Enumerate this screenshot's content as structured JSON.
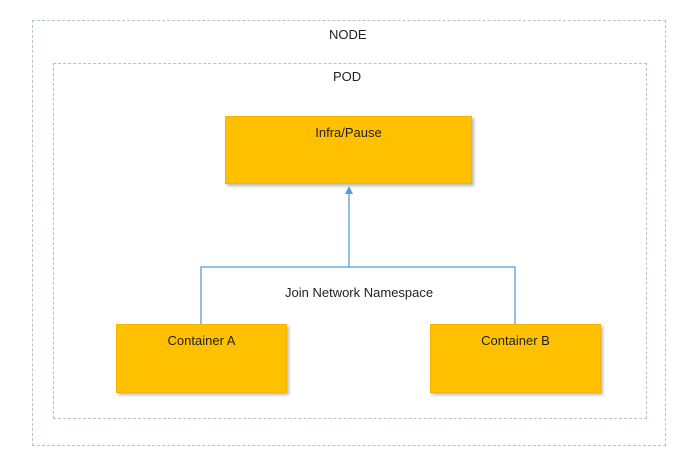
{
  "node": {
    "label": "NODE"
  },
  "pod": {
    "label": "POD"
  },
  "infra": {
    "label": "Infra/Pause"
  },
  "containers": [
    {
      "label": "Container A"
    },
    {
      "label": "Container B"
    }
  ],
  "connector": {
    "label": "Join Network Namespace"
  },
  "colors": {
    "box_fill": "#ffc000",
    "connector_line": "#5b9bd5",
    "frame_border": "#b9c2cc"
  }
}
